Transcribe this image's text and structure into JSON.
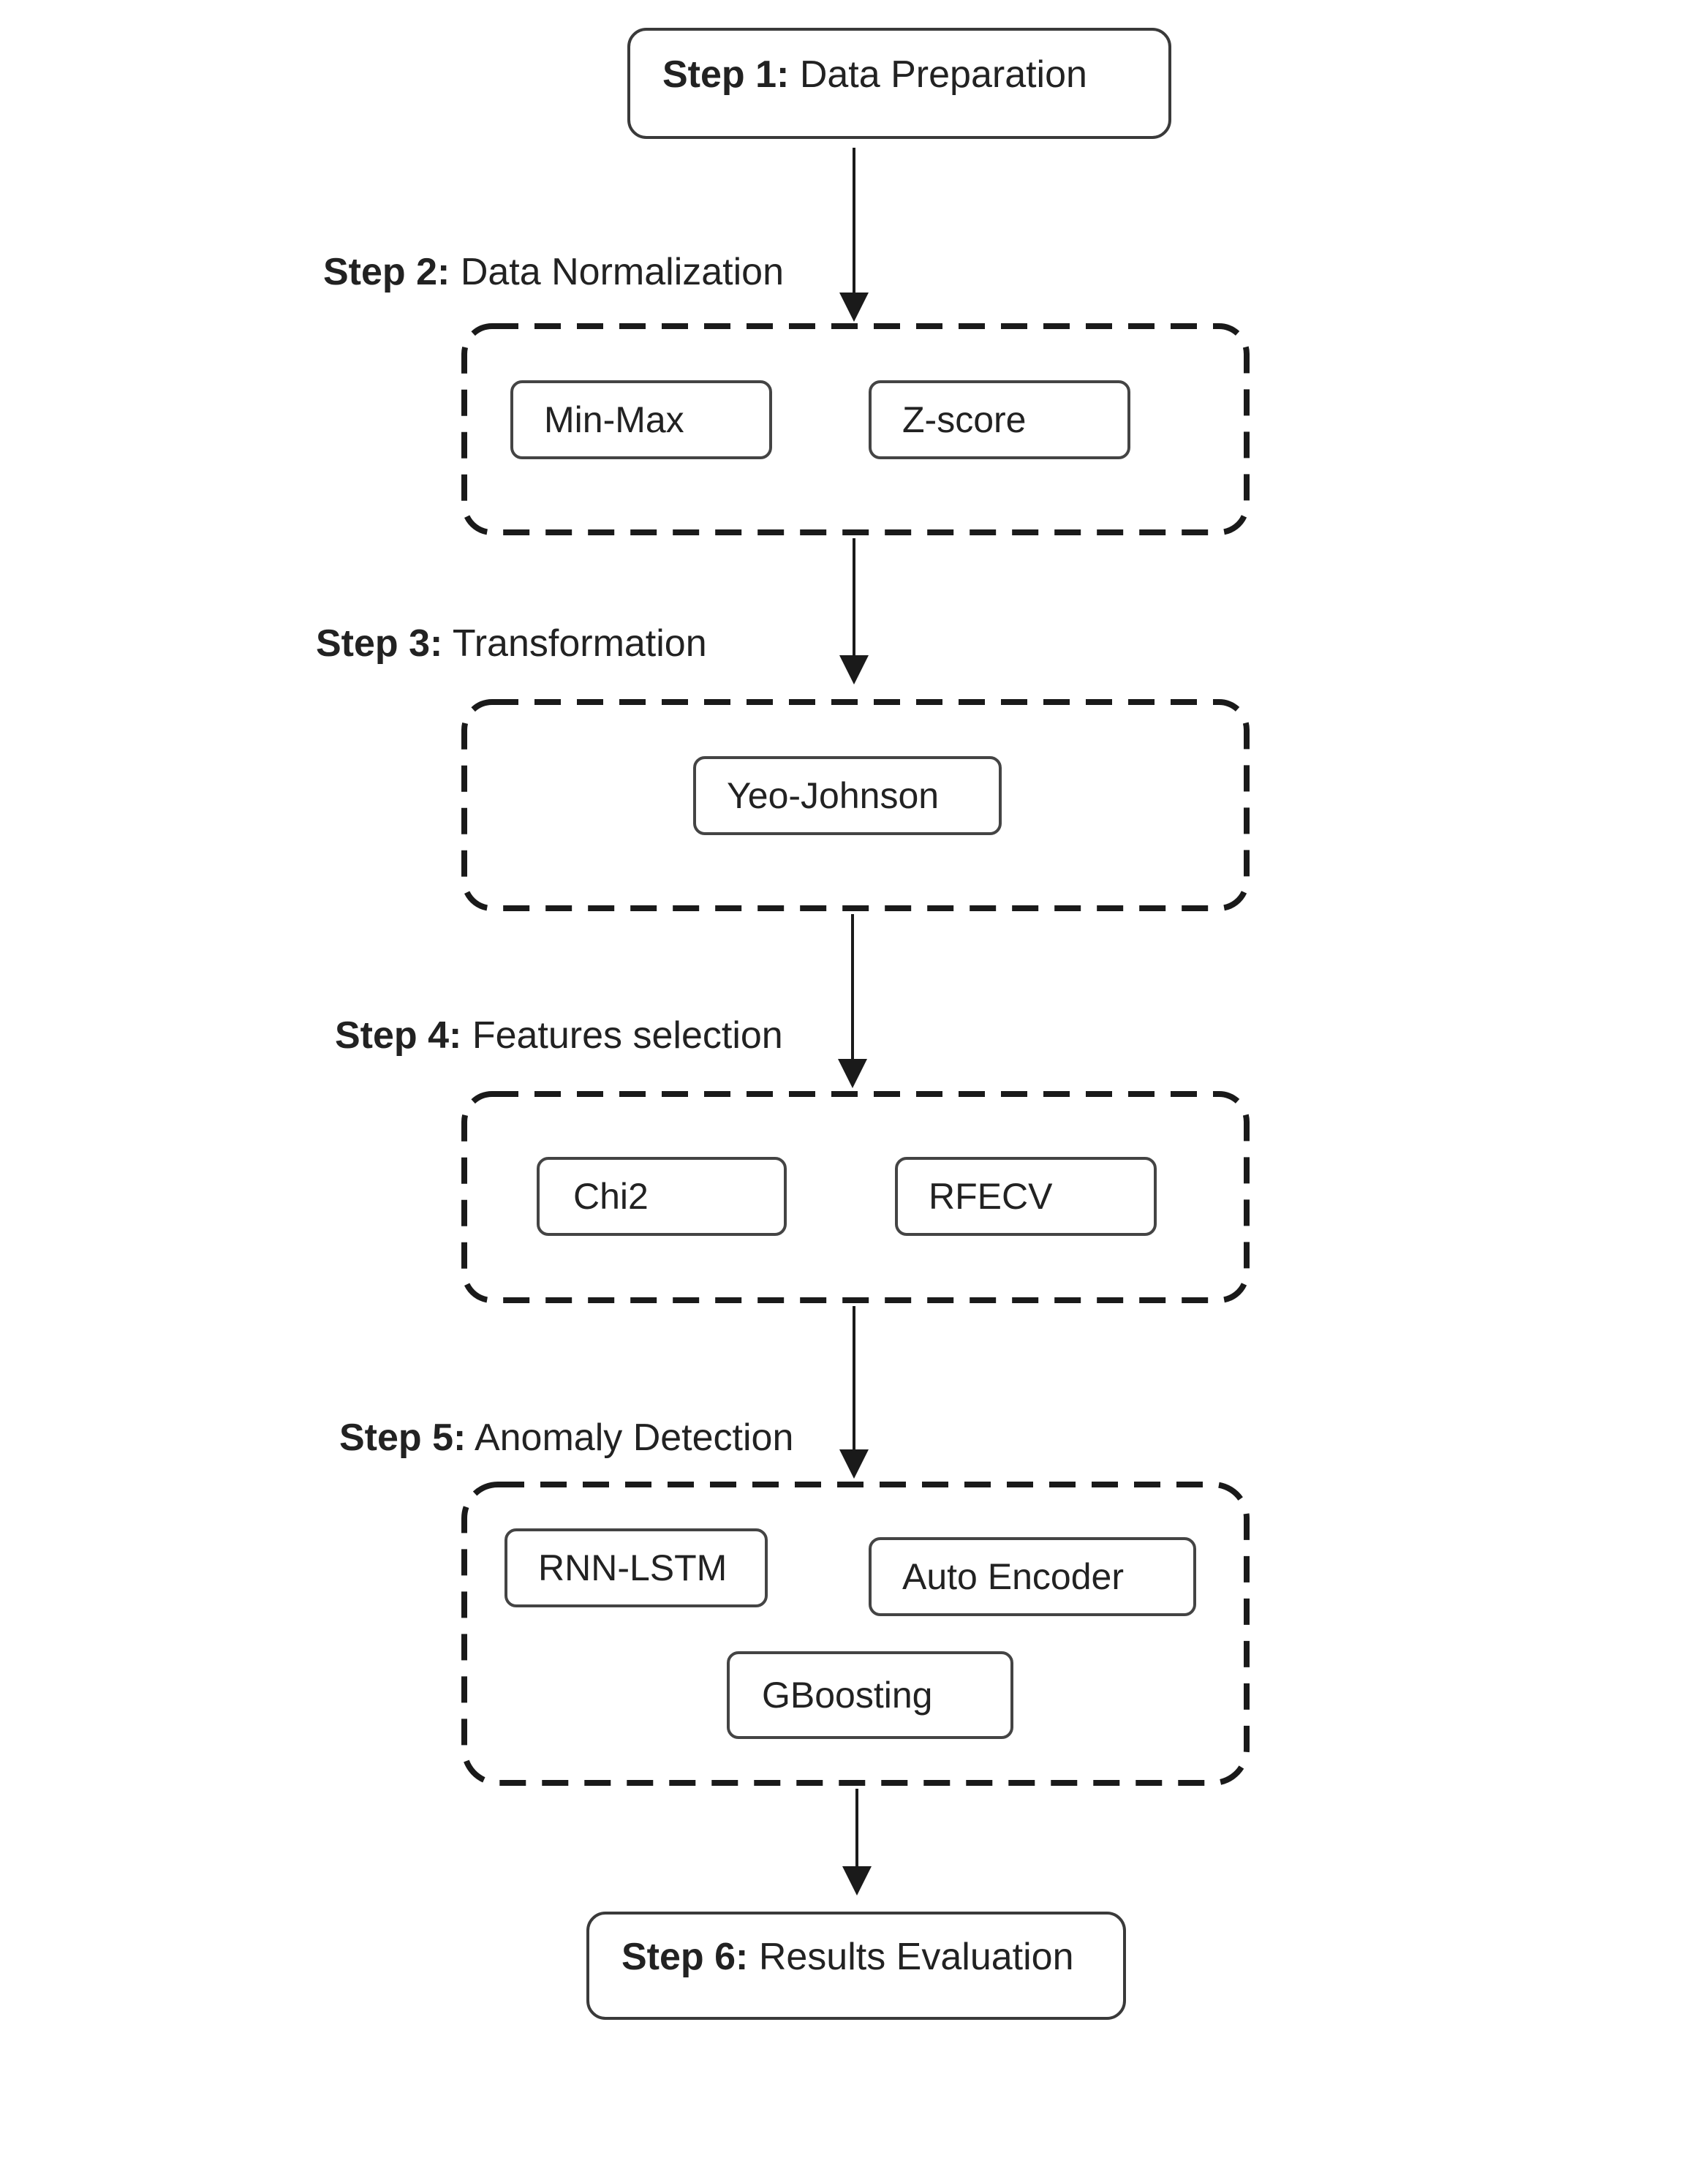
{
  "steps": [
    {
      "prefix": "Step 1:",
      "name": "Data Preparation"
    },
    {
      "prefix": "Step 2:",
      "name": "Data Normalization"
    },
    {
      "prefix": "Step 3:",
      "name": "Transformation"
    },
    {
      "prefix": "Step 4:",
      "name": "Features selection"
    },
    {
      "prefix": "Step 5:",
      "name": "Anomaly Detection"
    },
    {
      "prefix": "Step 6:",
      "name": "Results Evaluation"
    }
  ],
  "methods": {
    "normalization": [
      "Min-Max",
      "Z-score"
    ],
    "transformation": [
      "Yeo-Johnson"
    ],
    "feature_selection": [
      "Chi2",
      "RFECV"
    ],
    "anomaly_detection": [
      "RNN-LSTM",
      "Auto Encoder",
      "GBoosting"
    ]
  },
  "colors": {
    "line": "#1a1a1a",
    "dashed_border": "#1a1a1a",
    "box_border": "#3a3a3a",
    "text": "#222222",
    "background": "#ffffff"
  }
}
